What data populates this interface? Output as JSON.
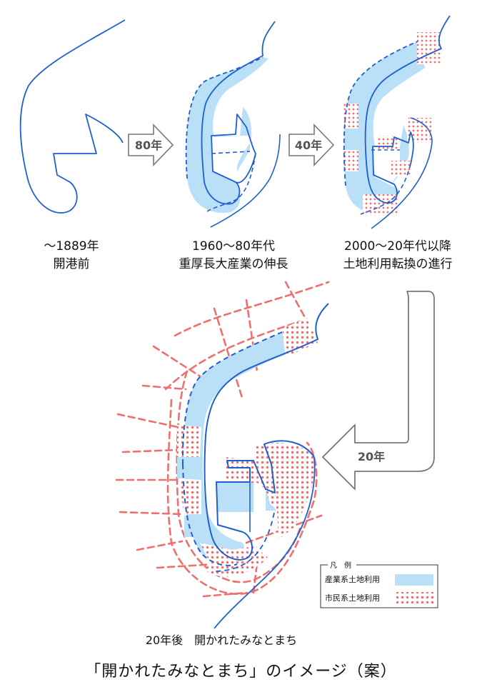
{
  "stages": [
    {
      "line1": "～1889年",
      "line2": "開港前"
    },
    {
      "line1": "1960～80年代",
      "line2": "重厚長大産業の伸長"
    },
    {
      "line1": "2000～20年代以降",
      "line2": "土地利用転換の進行"
    }
  ],
  "arrows": {
    "first": "80年",
    "second": "40年",
    "third": "20年"
  },
  "future_caption": "20年後　開かれたみなとまち",
  "legend": {
    "title": "凡　例",
    "industrial": "産業系土地利用",
    "civic": "市民系土地利用"
  },
  "colors": {
    "shore": "#1f5fcf",
    "industrial": "#b9e0f7",
    "civic": "#ef6e6e",
    "arrow": "#777777"
  },
  "title": "「開かれたみなとまち」のイメージ（案）"
}
